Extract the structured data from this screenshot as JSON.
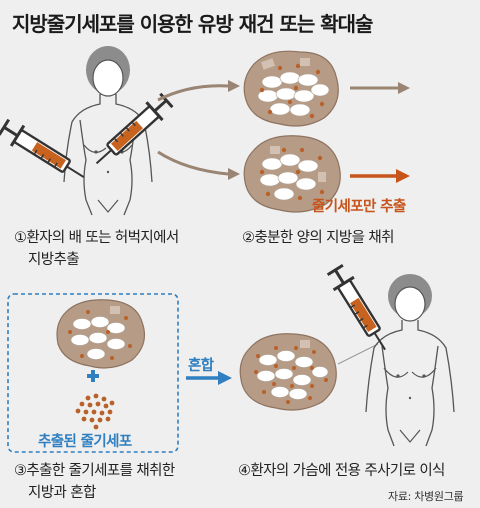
{
  "title": "지방줄기세포를 이용한 유방 재건 또는 확대술",
  "steps": [
    {
      "line1": "①환자의 배 또는 허벅지에서",
      "line2": "지방추출"
    },
    {
      "line1": "②충분한 양의 지방을 채취",
      "line2": ""
    },
    {
      "line1": "③추출한 줄기세포를 채취한",
      "line2": "지방과 혼합"
    },
    {
      "line1": "④환자의 가슴에 전용 주사기로 이식",
      "line2": ""
    }
  ],
  "labels": {
    "stem_cell_extract": "줄기세포만 추출",
    "extracted_stem_cells": "추출된 줄기세포",
    "mix": "혼합",
    "plus": "+"
  },
  "source": "자료: 차병원그룹",
  "colors": {
    "background": "#efefef",
    "tissue": "#b69c86",
    "tissue_edge": "#8d7360",
    "fat_cell": "#ffffff",
    "stem_cell": "#b8612b",
    "orange_accent": "#c6541b",
    "blue_accent": "#2f7fc1",
    "body_fill": "#ffffff",
    "hair": "#8c8c8c"
  },
  "icons": [
    "syringe-icon",
    "fat-tissue-icon",
    "stem-cell-cluster-icon",
    "arrow-icon",
    "plus-icon",
    "body-figure-icon"
  ]
}
